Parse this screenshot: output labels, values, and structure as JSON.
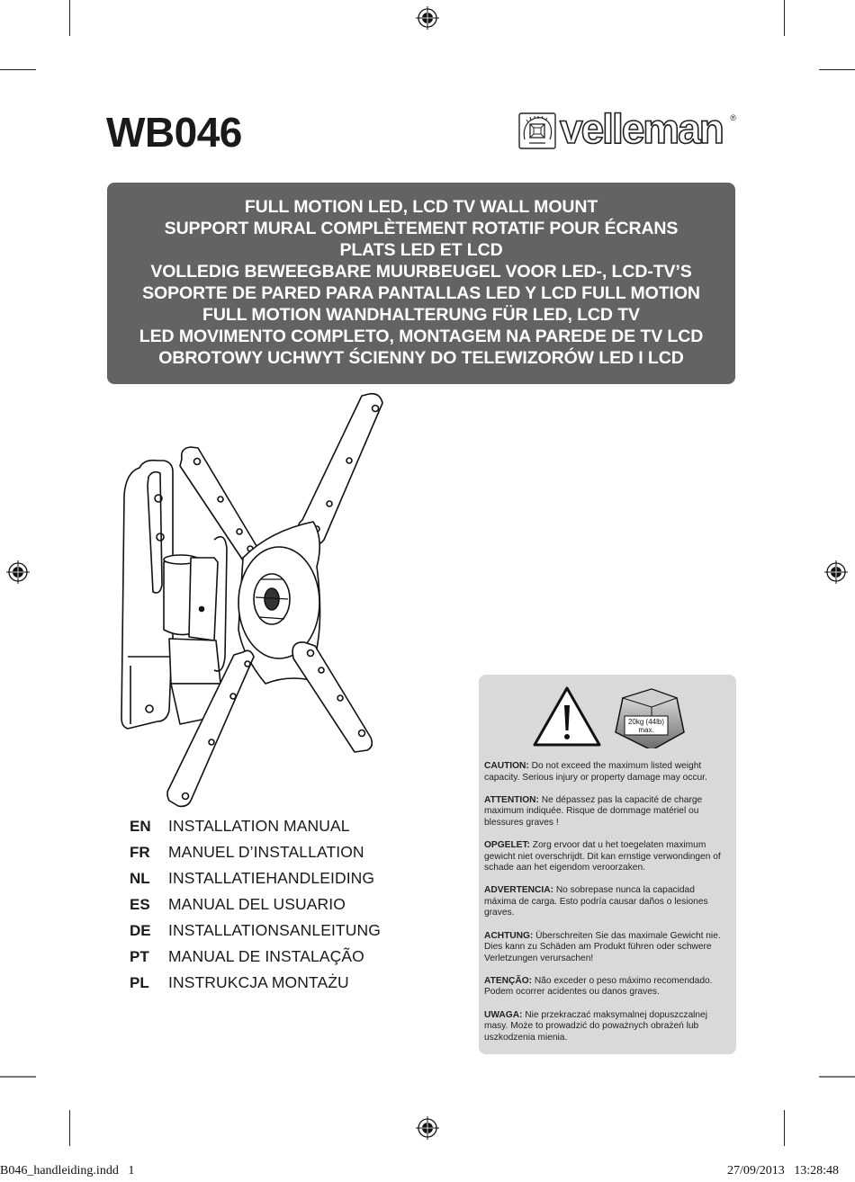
{
  "document": {
    "product_code": "WB046",
    "brand": {
      "name": "velleman",
      "registered_mark": "®",
      "icon": "velleman-emblem-icon"
    },
    "title_lines": [
      "FULL MOTION LED, LCD TV WALL MOUNT",
      "SUPPORT MURAL COMPLÈTEMENT ROTATIF POUR ÉCRANS",
      "PLATS LED ET LCD",
      "VOLLEDIG BEWEEGBARE MUURBEUGEL VOOR LED-, LCD-TV’S",
      "SOPORTE DE PARED PARA PANTALLAS LED Y LCD FULL MOTION",
      "FULL MOTION WANDHALTERUNG FÜR LED, LCD TV",
      "LED MOVIMENTO COMPLETO, MONTAGEM NA PAREDE DE TV LCD",
      "OBROTOWY UCHWYT ŚCIENNY DO TELEWIZORÓW LED I LCD"
    ],
    "illustration": {
      "icon": "tv-wall-mount-illustration"
    },
    "manuals": [
      {
        "code": "EN",
        "label": "INSTALLATION MANUAL"
      },
      {
        "code": "FR",
        "label": "MANUEL D’INSTALLATION"
      },
      {
        "code": "NL",
        "label": "INSTALLATIEHANDLEIDING"
      },
      {
        "code": "ES",
        "label": "MANUAL DEL USUARIO"
      },
      {
        "code": "DE",
        "label": "INSTALLATIONSANLEITUNG"
      },
      {
        "code": "PT",
        "label": "MANUAL DE INSTALAÇÃO"
      },
      {
        "code": "PL",
        "label": "INSTRUKCJA MONTAŻU"
      }
    ],
    "warning_panel": {
      "icons": [
        "warning-triangle-icon",
        "weight-box-icon"
      ],
      "weight_label_line1": "20kg (44lb)",
      "weight_label_line2": "max.",
      "warnings": [
        {
          "head": "CAUTION:",
          "text": " Do not exceed the maximum listed weight capacity. Serious injury or property damage may occur."
        },
        {
          "head": "ATTENTION:",
          "text": " Ne dépassez pas la capacité de charge maximum indiquée. Risque de dommage matériel ou blessures graves !"
        },
        {
          "head": "OPGELET:",
          "text": " Zorg ervoor dat u het toegelaten maximum gewicht niet overschrijdt. Dit kan ernstige verwondingen of schade aan het eigendom veroorzaken."
        },
        {
          "head": "ADVERTENCIA:",
          "text": " No sobrepase nunca la capacidad máxima de carga. Esto podría causar daños o lesiones graves."
        },
        {
          "head": "ACHTUNG:",
          "text": " Überschreiten Sie das maximale Gewicht nie. Dies kann zu Schäden am Produkt führen oder schwere Verletzungen verursachen!"
        },
        {
          "head": "ATENÇÃO:",
          "text": " Não exceder o peso máximo recomendado. Podem ocorrer acidentes ou danos graves."
        },
        {
          "head": "UWAGA:",
          "text": " Nie przekraczać maksymalnej dopuszczalnej masy. Może to prowadzić do poważnych obrażeń lub uszkodzenia mienia."
        }
      ]
    },
    "slug": {
      "file": "B046_handleiding.indd   1",
      "timestamp": "27/09/2013   13:28:48"
    }
  },
  "colors": {
    "title_box_bg": "#646363",
    "warning_panel_bg": "#d9d9d9",
    "text": "#1a1a1a"
  }
}
